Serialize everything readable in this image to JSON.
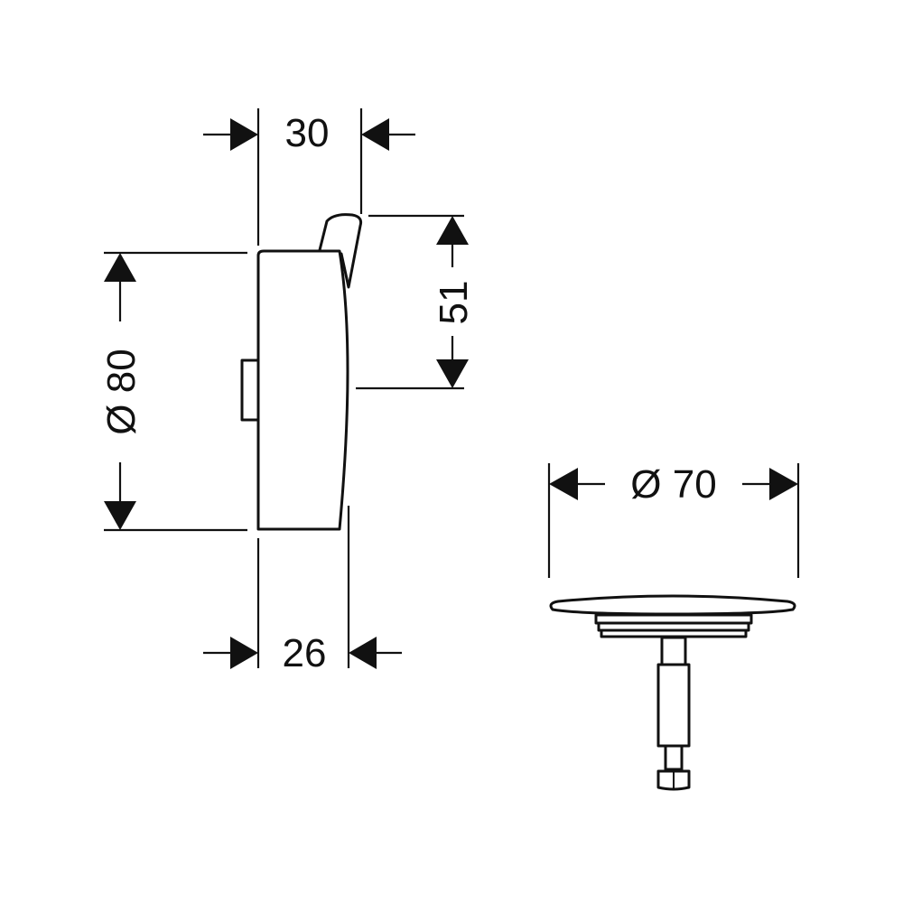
{
  "dimensions": {
    "top_width": "30",
    "bottom_width": "26",
    "height_diameter": "Ø 80",
    "lever_height": "51",
    "plug_diameter": "Ø 70"
  },
  "colors": {
    "line": "#111111",
    "background": "#ffffff"
  }
}
